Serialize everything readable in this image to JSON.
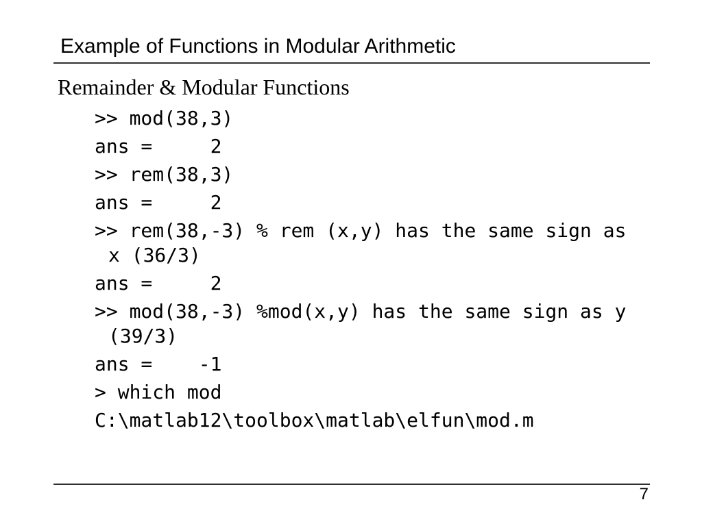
{
  "slide": {
    "title": "Example of Functions in Modular Arithmetic",
    "subtitle": "Remainder & Modular Functions",
    "page_number": "7"
  },
  "code": {
    "lines": [
      {
        "text": ">> mod(38,3)",
        "wrapped": false
      },
      {
        "text": "ans =     2",
        "wrapped": false
      },
      {
        "text": ">> rem(38,3)",
        "wrapped": false
      },
      {
        "text": "ans =     2",
        "wrapped": false
      },
      {
        "text": ">> rem(38,-3) % rem (x,y) has the same sign as",
        "wrapped": false
      },
      {
        "text": "x (36/3)",
        "wrapped": true
      },
      {
        "text": "ans =     2",
        "wrapped": false
      },
      {
        "text": ">> mod(38,-3) %mod(x,y) has the same sign as y",
        "wrapped": false
      },
      {
        "text": "(39/3)",
        "wrapped": true
      },
      {
        "text": "ans =    -1",
        "wrapped": false
      },
      {
        "text": "> which mod",
        "wrapped": false
      },
      {
        "text": "C:\\matlab12\\toolbox\\matlab\\elfun\\mod.m",
        "wrapped": false
      }
    ]
  },
  "colors": {
    "background": "#ffffff",
    "text": "#000000",
    "rule": "#303030"
  }
}
